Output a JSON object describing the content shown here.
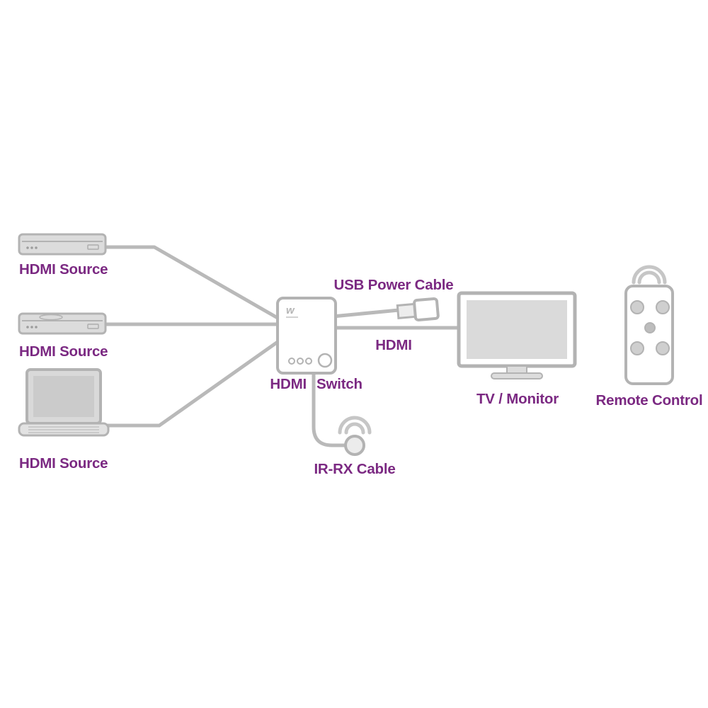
{
  "colors": {
    "label_text": "#7b2982",
    "line_gray": "#b9b9b9",
    "outline_gray": "#b3b3b3",
    "device_fill": "#dcdcdc",
    "screen_fill": "#d9d9d9",
    "white": "#ffffff"
  },
  "diagram": {
    "sources": [
      {
        "type": "media-player",
        "label": "HDMI Source"
      },
      {
        "type": "media-player",
        "label": "HDMI Source"
      },
      {
        "type": "laptop",
        "label": "HDMI Source"
      }
    ],
    "switch": {
      "logo": "w",
      "label_left": "HDMI",
      "label_right": "Switch"
    },
    "usb_cable": {
      "label": "USB Power Cable"
    },
    "hdmi_cable": {
      "label": "HDMI"
    },
    "tv": {
      "label": "TV / Monitor"
    },
    "remote": {
      "label": "Remote Control"
    },
    "ir_cable": {
      "label": "IR-RX Cable"
    }
  }
}
